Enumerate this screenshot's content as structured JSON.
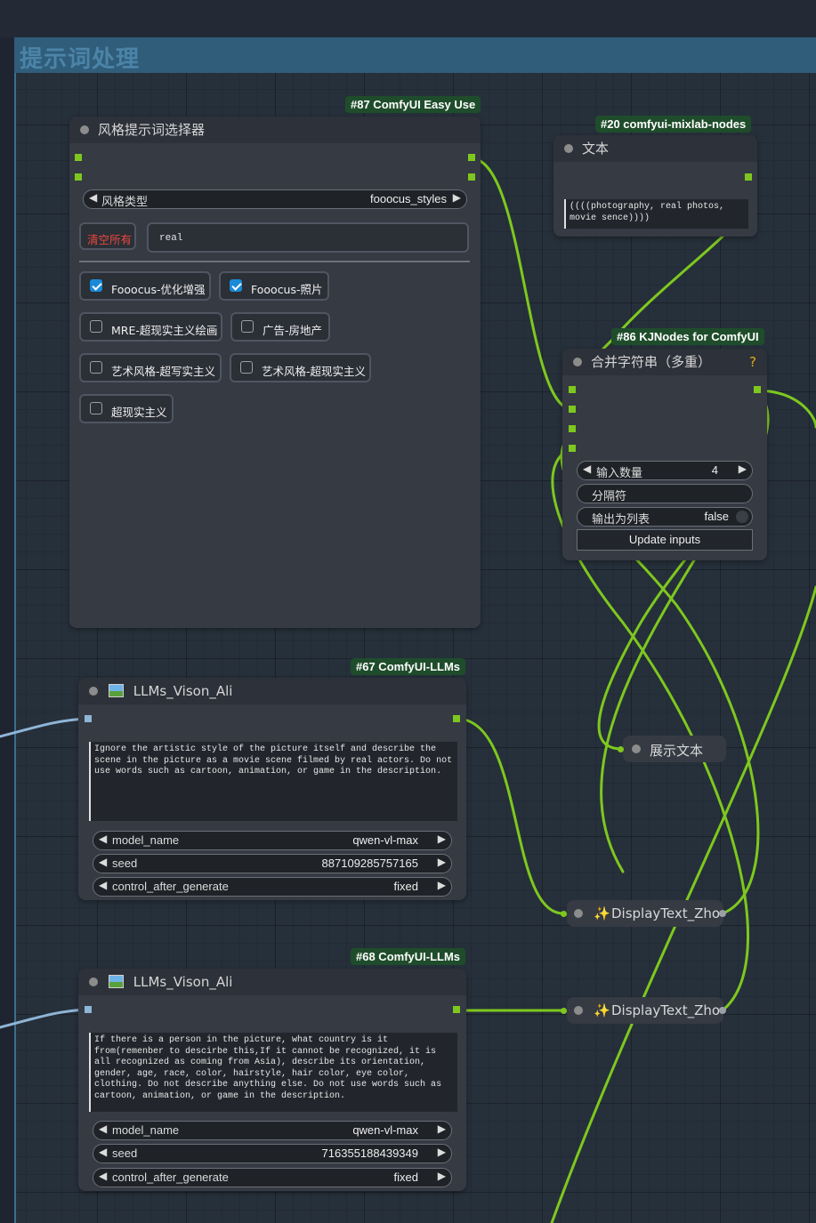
{
  "group": {
    "title": "提示词处理"
  },
  "colors": {
    "wire": "#7ec81e",
    "wire_blue": "#8fb5d6",
    "badge_bg": "#1f4d2b",
    "checkbox_on": "#1a8ad8"
  },
  "style_node": {
    "badge": "#87 ComfyUI Easy Use",
    "title": "风格提示词选择器",
    "style_type": {
      "label": "风格类型",
      "value": "fooocus_styles"
    },
    "clear_label": "清空所有",
    "search_value": "real",
    "options": [
      {
        "label": "Fooocus-优化增强",
        "checked": true
      },
      {
        "label": "Fooocus-照片",
        "checked": true
      },
      {
        "label": "MRE-超现实主义绘画",
        "checked": false
      },
      {
        "label": "广告-房地产",
        "checked": false
      },
      {
        "label": "艺术风格-超写实主义",
        "checked": false
      },
      {
        "label": "艺术风格-超现实主义",
        "checked": false
      },
      {
        "label": "超现实主义",
        "checked": false
      }
    ]
  },
  "text_node": {
    "badge": "#20 comfyui-mixlab-nodes",
    "title": "文本",
    "text": "((((photography, real photos, movie sence))))"
  },
  "concat_node": {
    "badge": "#86 KJNodes for ComfyUI",
    "title": "合并字符串（多重）",
    "help": "?",
    "input_count": {
      "label": "输入数量",
      "value": "4"
    },
    "separator": {
      "label": "分隔符"
    },
    "output_list": {
      "label": "输出为列表",
      "value": "false"
    },
    "update_label": "Update inputs"
  },
  "show_text_node": {
    "title": "展示文本"
  },
  "llm_node_1": {
    "badge": "#67 ComfyUI-LLMs",
    "icon": "picture-icon",
    "title": "LLMs_Vison_Ali",
    "prompt": "Ignore the artistic style of the picture itself and describe the scene in the picture as a movie scene filmed by real actors. Do not use words such as cartoon, animation, or game in the description.",
    "model_name": {
      "label": "model_name",
      "value": "qwen-vl-max"
    },
    "seed": {
      "label": "seed",
      "value": "887109285757165"
    },
    "control": {
      "label": "control_after_generate",
      "value": "fixed"
    }
  },
  "llm_node_2": {
    "badge": "#68 ComfyUI-LLMs",
    "icon": "picture-icon",
    "title": "LLMs_Vison_Ali",
    "prompt": "If there is a person in the picture, what country is it from(remenber to descirbe this,If it cannot be recognized, it is all recognized as coming from Asia), describe its orientation, gender, age, race, color, hairstyle, hair color, eye color, clothing. Do not describe anything else. Do not use words such as cartoon, animation, or game in the description.",
    "model_name": {
      "label": "model_name",
      "value": "qwen-vl-max"
    },
    "seed": {
      "label": "seed",
      "value": "716355188439349"
    },
    "control": {
      "label": "control_after_generate",
      "value": "fixed"
    }
  },
  "display_1": {
    "title": "DisplayText_Zho"
  },
  "display_2": {
    "title": "DisplayText_Zho"
  }
}
